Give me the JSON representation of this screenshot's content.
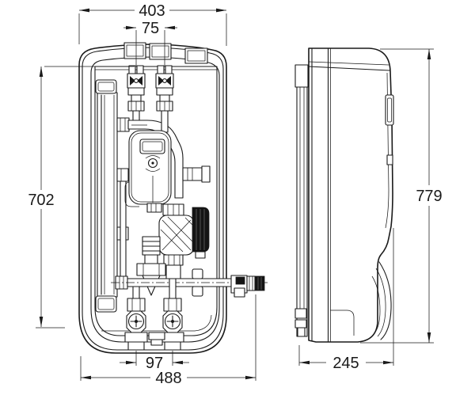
{
  "drawing": {
    "dimensions": {
      "case_width": "403",
      "top_port_spacing": "75",
      "connection_height": "702",
      "bottom_valve_spacing": "97",
      "overall_width": "488",
      "overall_height": "779",
      "depth": "245"
    },
    "colors": {
      "line": "#1a1a1a",
      "background": "#ffffff",
      "dark_fill": "#141414"
    }
  }
}
